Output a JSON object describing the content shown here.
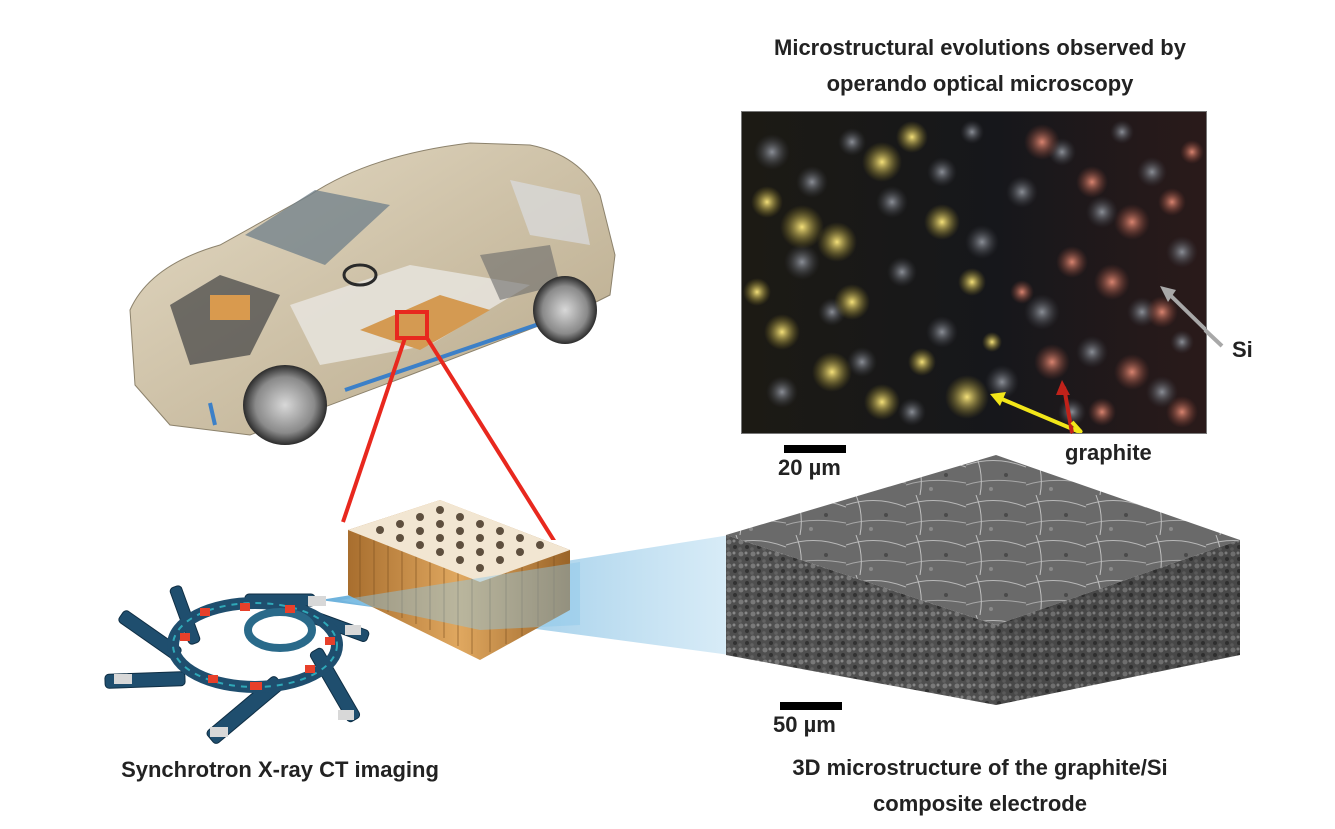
{
  "figure": {
    "top_right": {
      "title_line1": "Microstructural evolutions observed by",
      "title_line2": "operando optical microscopy",
      "scale_bar_label": "20 µm",
      "annotations": [
        {
          "label": "Si",
          "arrow_color": "#a8a8a8"
        },
        {
          "label": "graphite",
          "arrow_colors": [
            "#f2e619",
            "#c0221a"
          ]
        }
      ]
    },
    "bottom_right": {
      "scale_bar_label": "50 µm",
      "caption_line1": "3D microstructure of the graphite/Si",
      "caption_line2": "composite electrode"
    },
    "bottom_left": {
      "caption": "Synchrotron X-ray CT imaging"
    },
    "colors": {
      "zoom_box": "#e8281e",
      "xray_beam": "#8cc8e8",
      "battery_cell": "#c8914a",
      "car_body": "#cfc3a8",
      "synchrotron_ring": "#1f4e6e"
    }
  }
}
